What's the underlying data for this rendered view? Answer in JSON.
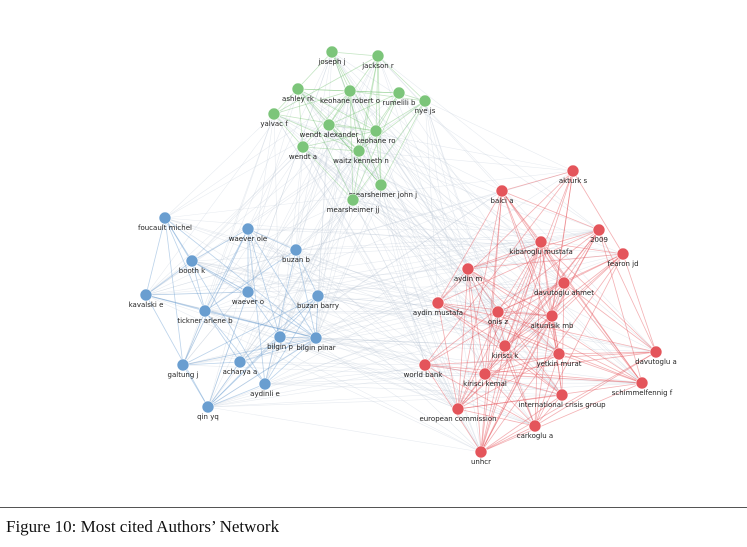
{
  "caption": "Figure 10: Most cited Authors’ Network",
  "colors": {
    "green": "#7cc57a",
    "blue": "#6a9ed0",
    "red": "#e4555b"
  },
  "network": {
    "clusters": [
      {
        "color": "green",
        "nodes": [
          "joseph j",
          "jackson r",
          "ashley rk",
          "keohane robert o",
          "rumelili b",
          "yalvac f",
          "nye js",
          "wendt alexander",
          "keohane ro",
          "wendt a",
          "waitz kenneth n",
          "mearsheimer john j",
          "mearsheimer jj"
        ]
      },
      {
        "color": "blue",
        "nodes": [
          "foucault michel",
          "waever ole",
          "buzan b",
          "booth k",
          "kavalski e",
          "waever o",
          "buzan barry",
          "tickner arlene b",
          "bilgin p",
          "bilgin pinar",
          "galtung j",
          "acharya a",
          "aydinli e",
          "qin yq"
        ]
      },
      {
        "color": "red",
        "nodes": [
          "akturk s",
          "balci a",
          "2009",
          "kibaroglu mustafa",
          "fearon jd",
          "aydin m",
          "davutoglu ahmet",
          "aydin mustafa",
          "onis z",
          "altunisik mb",
          "kirisci k",
          "yetkin murat",
          "davutoglu a",
          "world bank",
          "kirisci kemal",
          "schimmelfennig f",
          "international crisis group",
          "european commission",
          "carkoglu a",
          "unhcr"
        ]
      }
    ]
  }
}
